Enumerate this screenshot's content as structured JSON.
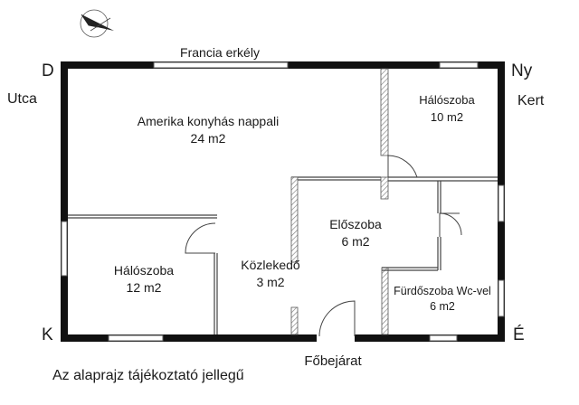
{
  "compass": {
    "north_west": "D",
    "north_east": "Ny",
    "south_west": "K",
    "south_east": "É",
    "icon": "compass-needle-icon"
  },
  "outside": {
    "left_side": "Utca",
    "right_side": "Kert",
    "top_balcony": "Francia erkély",
    "main_entrance": "Főbejárat"
  },
  "rooms": {
    "living": {
      "name": "Amerika konyhás nappali",
      "area": "24 m2"
    },
    "bedroom_small": {
      "name": "Hálószoba",
      "area": "10 m2"
    },
    "hallway": {
      "name": "Előszoba",
      "area": "6 m2"
    },
    "bedroom_large": {
      "name": "Hálószoba",
      "area": "12 m2"
    },
    "corridor": {
      "name": "Közlekedő",
      "area": "3 m2"
    },
    "bathroom": {
      "name": "Fürdőszoba Wc-vel",
      "area": "6 m2"
    }
  },
  "footer_note": "Az alaprajz tájékoztató jellegű",
  "colors": {
    "wall": "#111111",
    "background": "#ffffff"
  }
}
